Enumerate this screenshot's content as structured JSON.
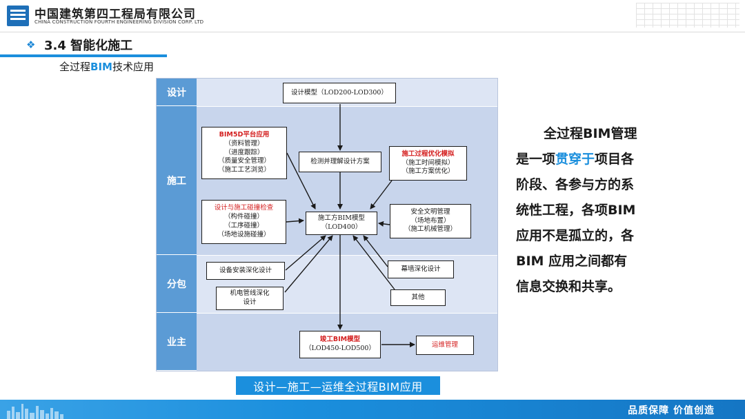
{
  "header": {
    "company_cn": "中国建筑第四工程局有限公司",
    "company_en": "CHINA CONSTRUCTION FOURTH ENGINEERING DIVISION CORP. LTD"
  },
  "section": {
    "number": "3.4",
    "title": "智能化施工",
    "subtitle_pre": "全过程",
    "subtitle_hl": "BIM",
    "subtitle_post": "技术应用"
  },
  "diagram": {
    "bands": [
      "设计",
      "施工",
      "分包",
      "业主"
    ],
    "design_model": "设计模型（LOD200-LOD300）",
    "bim5d": {
      "title": "BIM5D平台应用",
      "items": [
        "（资料管理）",
        "（进度跟踪）",
        "（质量安全管理）",
        "（施工工艺浏览）"
      ]
    },
    "inspect": "检测并理解设计方案",
    "process_opt": {
      "title": "施工过程优化模拟",
      "items": [
        "（施工时间模拟）",
        "（施工方案优化）"
      ]
    },
    "clash": {
      "title": "设计与施工碰撞检查",
      "items": [
        "（构件碰撞）",
        "（工序碰撞）",
        "（场地设施碰撞）"
      ]
    },
    "center": {
      "line1": "施工方BIM模型",
      "line2": "（LOD400）"
    },
    "safety": {
      "title": "安全文明管理",
      "items": [
        "（场地布置）",
        "（施工机械管理）"
      ]
    },
    "equipment": "设备安装深化设计",
    "mep": {
      "line1": "机电管线深化",
      "line2": "设计"
    },
    "curtain": "幕墙深化设计",
    "other": "其他",
    "asbuilt": {
      "title": "竣工BIM模型",
      "sub": "（LOD450-LOD500）"
    },
    "ops": "运维管理"
  },
  "caption": "设计—施工—运维全过程BIM应用",
  "side_text": {
    "l1": "全过程BIM管理",
    "l2_pre": "是一项",
    "l2_hl": "贯穿于",
    "l2_post": "项目各",
    "l3": "阶段、各参与方的系",
    "l4": "统性工程，各项BIM",
    "l5": "应用不是孤立的，各",
    "l6": "BIM 应用之间都有",
    "l7": "信息交换和共享。"
  },
  "footer": {
    "slogan": "品质保障   价值创造"
  },
  "colors": {
    "accent": "#1b8fdd",
    "band_label": "#5b9bd5",
    "red": "#d42020"
  }
}
